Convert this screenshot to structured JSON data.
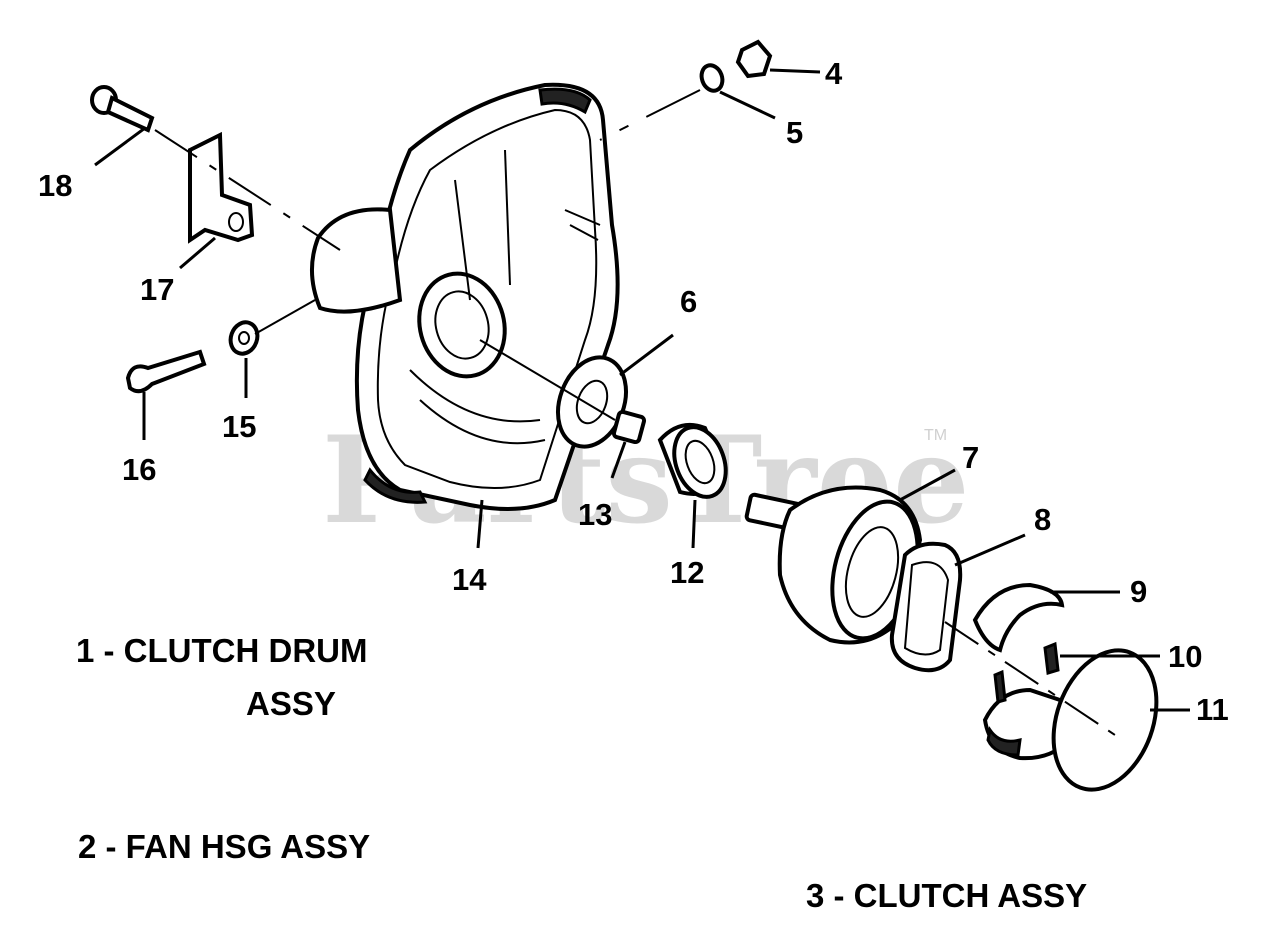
{
  "watermark": {
    "text": "PartsTree",
    "tm": "TM"
  },
  "callouts": {
    "c4": "4",
    "c5": "5",
    "c6": "6",
    "c7": "7",
    "c8": "8",
    "c9": "9",
    "c10": "10",
    "c11": "11",
    "c12": "12",
    "c13": "13",
    "c14": "14",
    "c15": "15",
    "c16": "16",
    "c17": "17",
    "c18": "18"
  },
  "assemblies": {
    "a1_line1": "1 - CLUTCH DRUM",
    "a1_line2": "ASSY",
    "a2": "2 - FAN HSG ASSY",
    "a3": "3 - CLUTCH ASSY"
  }
}
